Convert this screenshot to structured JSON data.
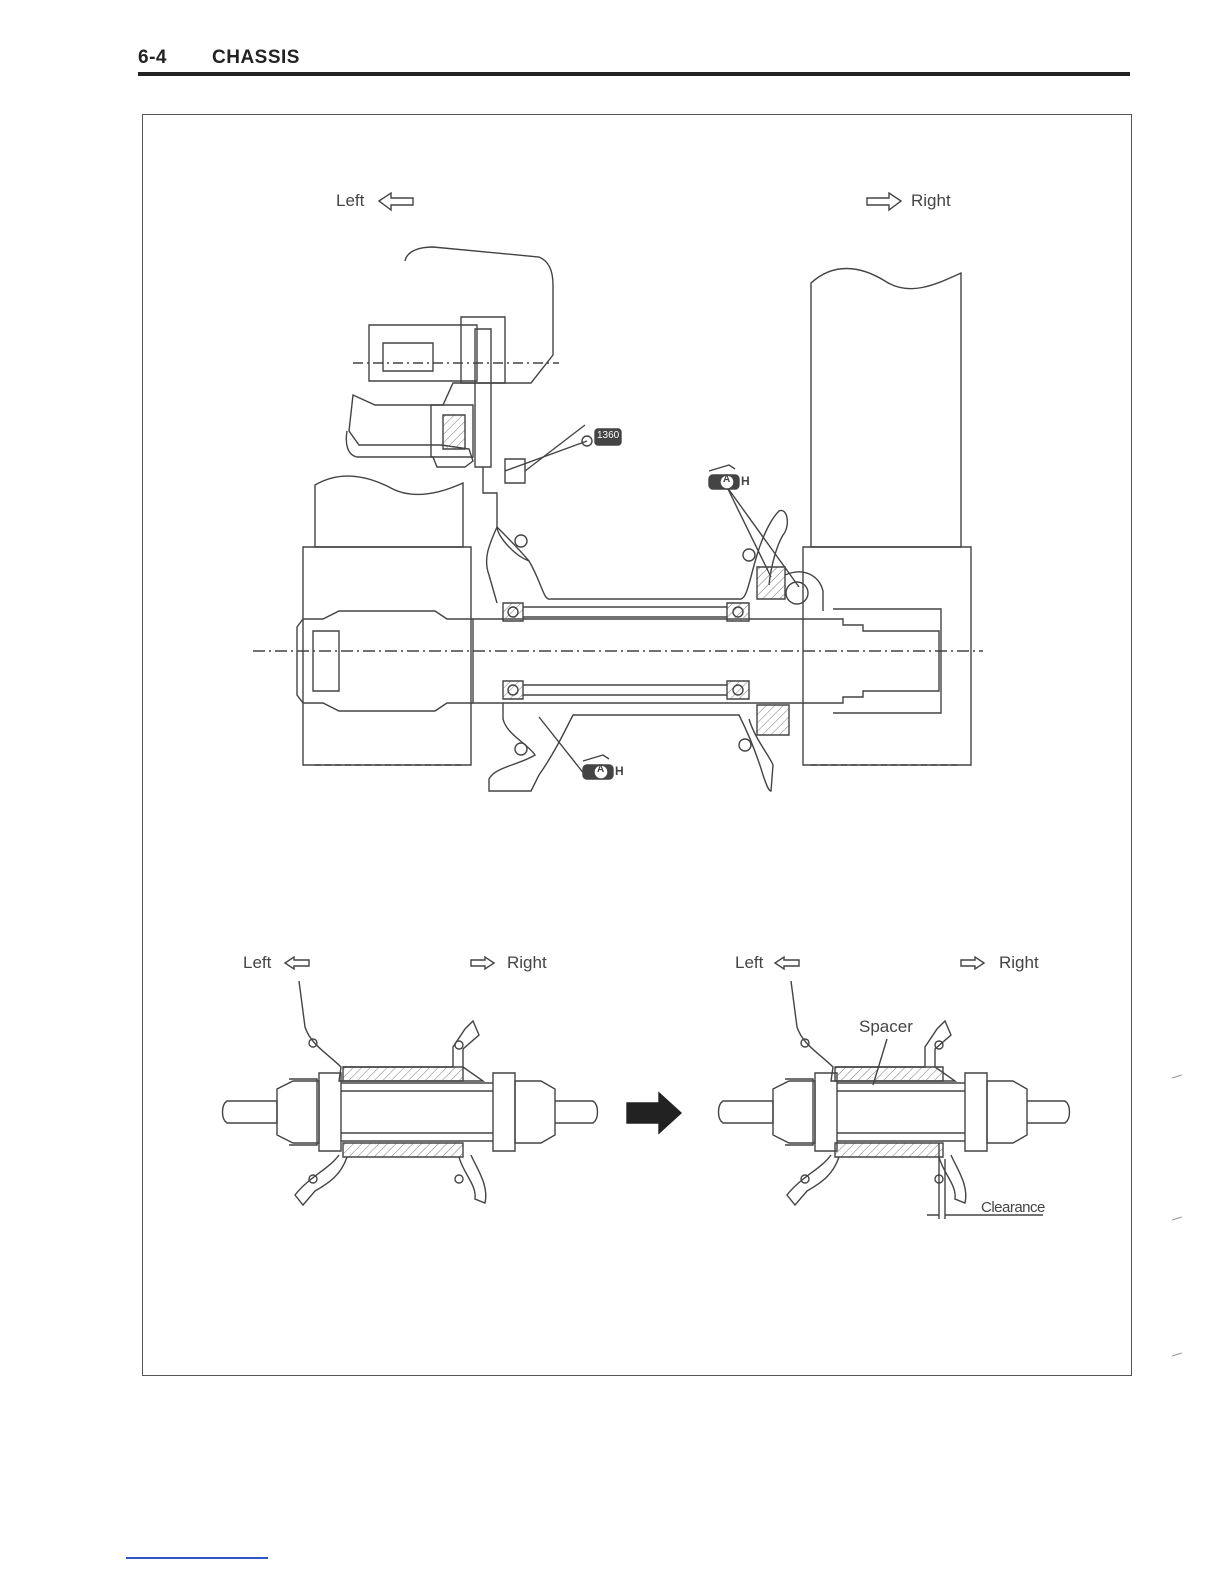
{
  "header": {
    "page_number": "6-4",
    "section": "CHASSIS"
  },
  "top_figure": {
    "left_label": "Left",
    "right_label": "Right",
    "tag_1360": "1360",
    "grease_symbol": "A",
    "grease_suffix": "H"
  },
  "bottom_left_figure": {
    "left_label": "Left",
    "right_label": "Right"
  },
  "bottom_right_figure": {
    "left_label": "Left",
    "right_label": "Right",
    "spacer_label": "Spacer",
    "clearance_label": "Clearance"
  }
}
